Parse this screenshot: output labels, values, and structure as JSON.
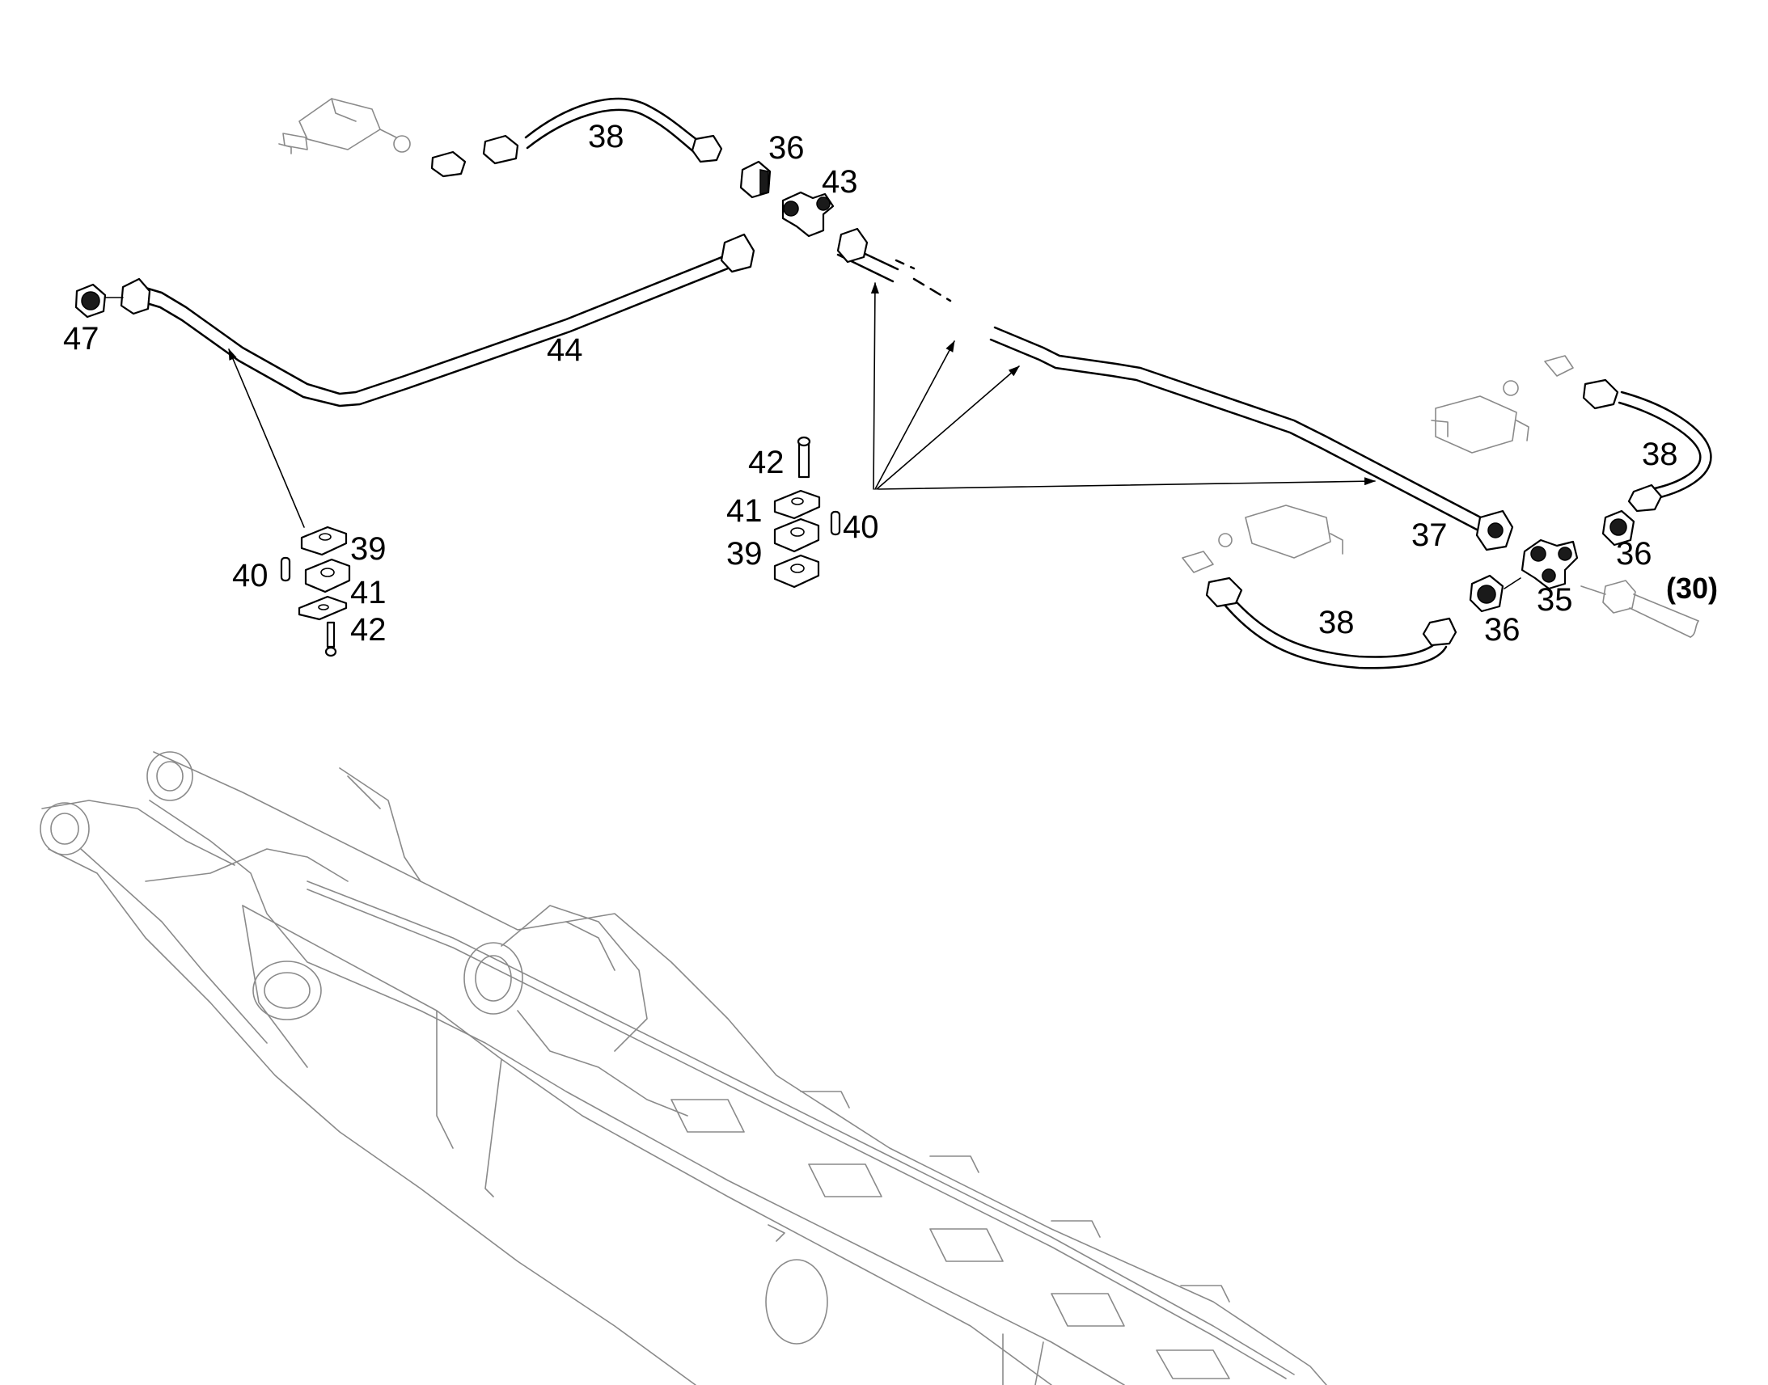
{
  "diagram": {
    "callouts": {
      "c47": "47",
      "c44": "44",
      "c38_top": "38",
      "c36_top": "36",
      "c43": "43",
      "c42_mid": "42",
      "c41_mid": "41",
      "c40_mid": "40",
      "c39_mid": "39",
      "c39_left": "39",
      "c40_left": "40",
      "c41_left": "41",
      "c42_left": "42",
      "c37": "37",
      "c38_right": "38",
      "c36_right": "36",
      "c35": "35",
      "c36_bottom": "36",
      "c38_bottom": "38",
      "c30": "(30)"
    },
    "colors": {
      "line": "#000000",
      "background": "#ffffff",
      "context_grey": "#8a8a8a"
    }
  }
}
